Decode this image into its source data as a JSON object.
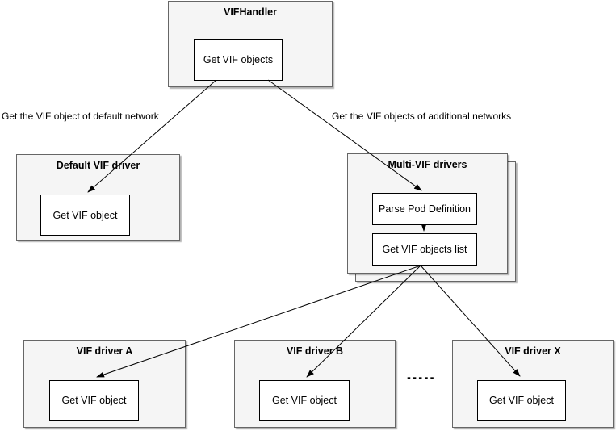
{
  "nodes": {
    "vifhandler": {
      "title": "VIFHandler",
      "step": "Get VIF objects"
    },
    "default_vif_driver": {
      "title": "Default VIF driver",
      "step": "Get VIF object"
    },
    "multi_vif_drivers": {
      "title": "Multi-VIF drivers",
      "step1": "Parse Pod Definition",
      "step2": "Get VIF objects list"
    },
    "vif_driver_a": {
      "title": "VIF driver A",
      "step": "Get VIF object"
    },
    "vif_driver_b": {
      "title": "VIF driver B",
      "step": "Get VIF object"
    },
    "vif_driver_x": {
      "title": "VIF driver X",
      "step": "Get VIF object"
    }
  },
  "edge_labels": {
    "default": "Get the VIF object of default network",
    "additional": "Get the VIF objects of additional networks"
  },
  "ellipsis": "-----",
  "colors": {
    "group_fill": "#f5f5f5",
    "group_border": "#666666",
    "leaf_fill": "#ffffff",
    "leaf_border": "#000000",
    "arrow": "#000000",
    "text": "#000000",
    "page_bg": "#ffffff"
  }
}
